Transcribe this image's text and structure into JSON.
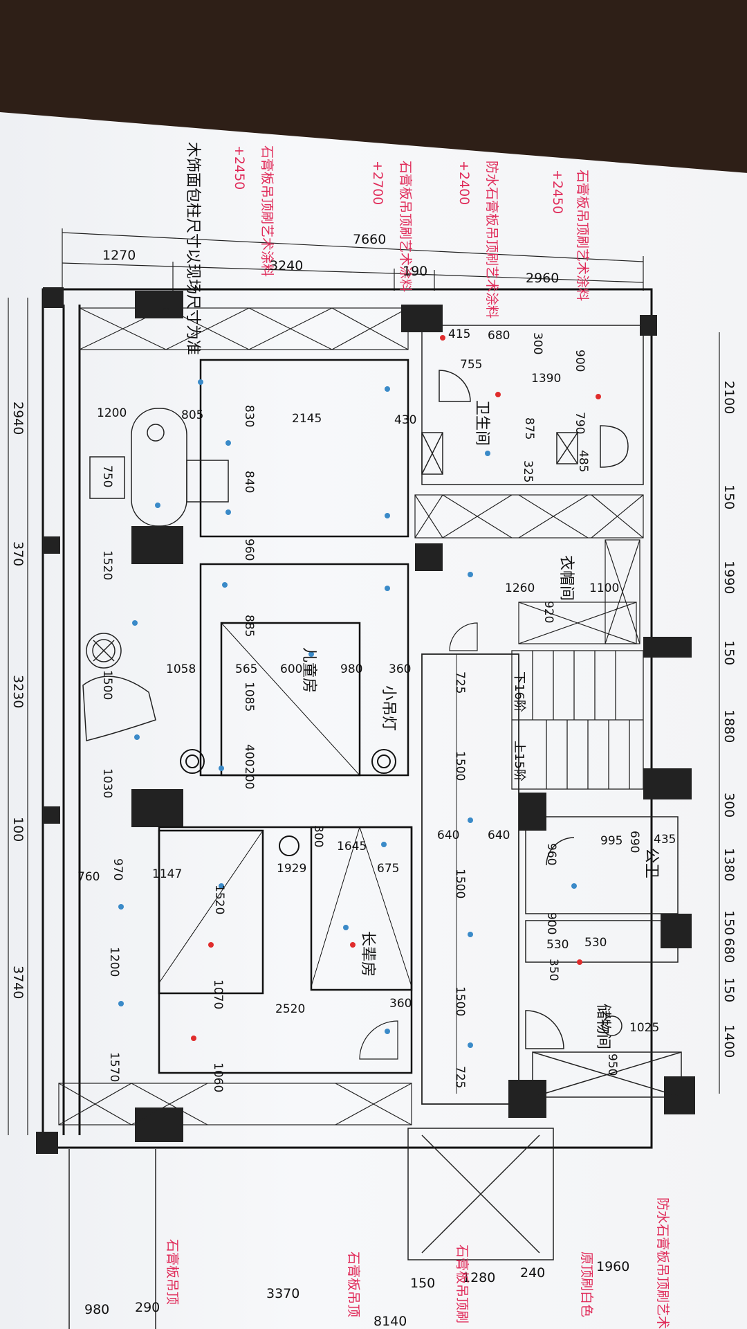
{
  "ceiling_notes": [
    {
      "text": "石膏板吊顶刷艺术涂料",
      "level": "+2450"
    },
    {
      "text": "防水石膏板吊顶刷艺术涂料",
      "level": "+2400"
    },
    {
      "text": "石膏板吊顶刷艺术涂料",
      "level": "+2700"
    },
    {
      "text": "石膏板吊顶刷艺术涂料",
      "level": "+2450"
    }
  ],
  "note_wood_column": "木饰面包柱尺寸以现场尺寸为准",
  "rooms": {
    "bathroom": "卫生间",
    "closet": "衣帽间",
    "kids_room": "儿童房",
    "small_pendant": "小吊灯",
    "elder_room": "长辈房",
    "public_wc": "公卫",
    "storage": "储物间",
    "stairs_down": "下16阶",
    "stairs_up": "上15阶"
  },
  "bottom_notes": {
    "ceiling1": "石膏板吊顶",
    "ceiling2": "石膏板吊顶",
    "ceiling3": "石膏板吊顶刷",
    "paint": "原顶刷白色",
    "waterproof": "防水石膏板吊顶刷艺术"
  },
  "dims_top": [
    "7660",
    "1270",
    "3240",
    "190",
    "2960"
  ],
  "dims_right": [
    "2100",
    "150",
    "1990",
    "150",
    "1880",
    "300",
    "1380",
    "150",
    "680",
    "150",
    "1400"
  ],
  "dims_left": [
    "2940",
    "370",
    "3230",
    "100",
    "3740"
  ],
  "dims_bottom": [
    "980",
    "290",
    "3370",
    "8140",
    "150",
    "1280",
    "240",
    "1960"
  ],
  "dims_inner": {
    "bath": [
      "415",
      "680",
      "300",
      "755",
      "1390",
      "900",
      "790",
      "875",
      "325",
      "485"
    ],
    "kids": [
      "1200",
      "805",
      "830",
      "2145",
      "430",
      "750",
      "840",
      "960",
      "1520",
      "885",
      "1058",
      "565",
      "600",
      "980",
      "360",
      "1500",
      "1085",
      "400",
      "200",
      "1030"
    ],
    "closet": [
      "1260",
      "1100",
      "920"
    ],
    "corridor": [
      "725",
      "1500",
      "640",
      "640",
      "1500",
      "1500",
      "725"
    ],
    "wc": [
      "995",
      "690",
      "435",
      "960",
      "900",
      "530",
      "530",
      "350",
      "1025",
      "950"
    ],
    "elder": [
      "300",
      "1645",
      "1929",
      "675",
      "760",
      "970",
      "1147",
      "1520",
      "1200",
      "1070",
      "2520",
      "360",
      "1570",
      "1060"
    ]
  }
}
